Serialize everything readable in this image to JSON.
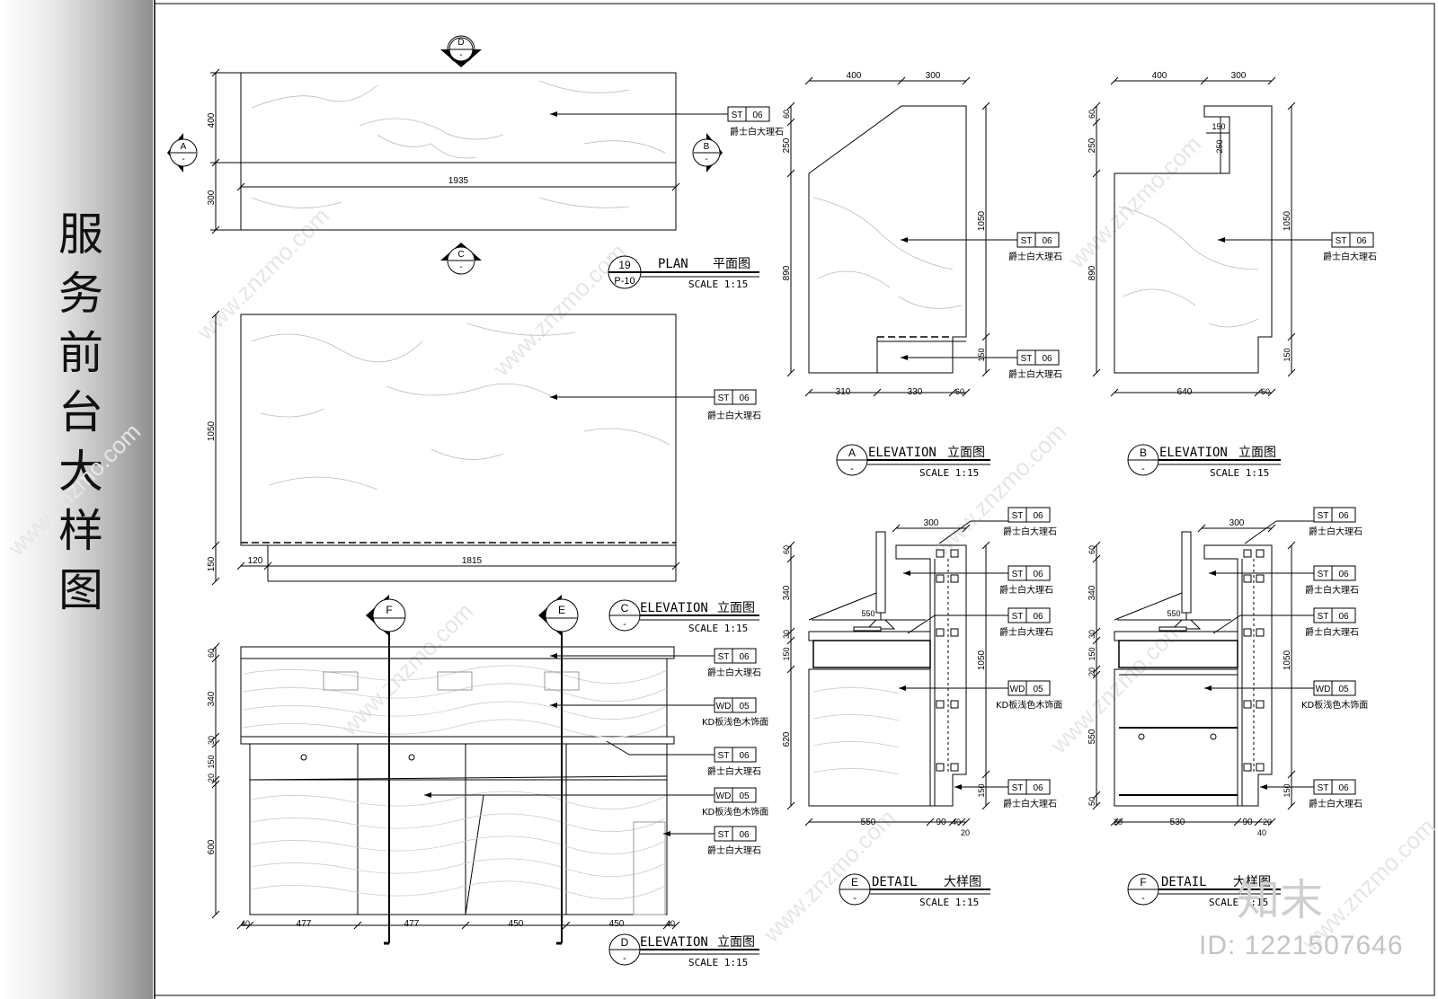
{
  "sheet_title": "服务前台大样图",
  "materials": {
    "stone_code": "ST",
    "stone_no": "06",
    "stone_name": "爵士白大理石",
    "wood_code": "WD",
    "wood_no": "05",
    "wood_name": "KD板浅色木饰面"
  },
  "views": {
    "plan": {
      "number": "19",
      "sheet_ref": "P-10",
      "title_en": "PLAN",
      "title_cn": "平面图",
      "scale": "SCALE 1:15"
    },
    "elev_a": {
      "letter": "A",
      "title_en": "ELEVATION",
      "title_cn": "立面图",
      "scale": "SCALE 1:15"
    },
    "elev_b": {
      "letter": "B",
      "title_en": "ELEVATION",
      "title_cn": "立面图",
      "scale": "SCALE 1:15"
    },
    "elev_c": {
      "letter": "C",
      "title_en": "ELEVATION",
      "title_cn": "立面图",
      "scale": "SCALE 1:15"
    },
    "elev_d": {
      "letter": "D",
      "title_en": "ELEVATION",
      "title_cn": "立面图",
      "scale": "SCALE 1:15"
    },
    "detail_e": {
      "letter": "E",
      "title_en": "DETAIL",
      "title_cn": "大样图",
      "scale": "SCALE 1:15"
    },
    "detail_f": {
      "letter": "F",
      "title_en": "DETAIL",
      "title_cn": "大样图",
      "scale": "SCALE 1:15"
    }
  },
  "markers": {
    "a": "A",
    "b": "B",
    "c": "C",
    "d": "D",
    "e": "E",
    "f": "F",
    "dash": "-"
  },
  "dims": {
    "plan": {
      "left1": "400",
      "left2": "300",
      "width": "1935"
    },
    "c": {
      "height": "1050",
      "base": "150",
      "offset": "120",
      "width": "1815"
    },
    "d": {
      "v1": "60",
      "v2": "340",
      "v3": "30",
      "v4": "150",
      "v5": "20",
      "v6": "600",
      "h1": "40",
      "h2": "477",
      "h3": "477",
      "h4": "450",
      "h5": "450",
      "h6": "40"
    },
    "a": {
      "top1": "400",
      "top2": "300",
      "l1": "60",
      "l2": "250",
      "l3": "890",
      "r": "1050",
      "r2": "150",
      "b1": "310",
      "b2": "330",
      "b3": "60"
    },
    "b": {
      "top1": "400",
      "top2": "300",
      "l1": "60",
      "l2": "250",
      "l3": "890",
      "r": "1050",
      "r2": "150",
      "i1": "150",
      "i2": "250",
      "b1": "640",
      "b2": "60"
    },
    "e": {
      "top": "300",
      "inner": "550",
      "l1": "60",
      "l2": "340",
      "l3": "30",
      "l4": "150",
      "l5": "620",
      "r": "1050",
      "r2": "150",
      "b1": "550",
      "b2": "90",
      "b3": "40",
      "b4": "20"
    },
    "f": {
      "top": "300",
      "inner": "550",
      "l1": "60",
      "l2": "340",
      "l3": "30",
      "l4": "150",
      "l5": "20",
      "l6": "550",
      "l7": "50",
      "r": "1050",
      "r2": "150",
      "b0": "20",
      "b1": "530",
      "b2": "90",
      "b3": "20",
      "b4": "40"
    }
  },
  "watermark": {
    "logo": "知末",
    "id": "ID: 1221507646",
    "site": "www.znzmo.com"
  }
}
